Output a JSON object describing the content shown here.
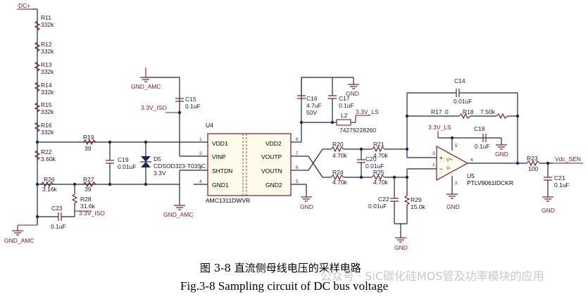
{
  "nets": {
    "dc_plus": "DC+",
    "gnd_amc": "GND_AMC",
    "iso_3v3": "3.3V_ISO",
    "ls_3v3": "3.3V_LS",
    "gnd": "GND",
    "vdc_sen": "Vdc_SEN"
  },
  "resistors": {
    "r11": {
      "ref": "R11",
      "value": "332k"
    },
    "r12": {
      "ref": "R12",
      "value": "332k"
    },
    "r13": {
      "ref": "R13",
      "value": "332k"
    },
    "r14": {
      "ref": "R14",
      "value": "332k"
    },
    "r15": {
      "ref": "R15",
      "value": "332k"
    },
    "r16": {
      "ref": "R16",
      "value": "332k"
    },
    "r22": {
      "ref": "R22",
      "value": "3.60k"
    },
    "r26": {
      "ref": "R26",
      "value": "3.16k"
    },
    "r19": {
      "ref": "R19",
      "value": "39"
    },
    "r27": {
      "ref": "R27",
      "value": "39"
    },
    "r28": {
      "ref": "R28",
      "value": "31.6k"
    },
    "r20": {
      "ref": "R20",
      "value": "4.70k"
    },
    "r21": {
      "ref": "R21",
      "value": "4.70k"
    },
    "r24": {
      "ref": "R24",
      "value": "4.70k"
    },
    "r25": {
      "ref": "R25",
      "value": "4.70k"
    },
    "r29": {
      "ref": "R29",
      "value": "15.0k"
    },
    "r17": {
      "ref": "R17",
      "value": "0"
    },
    "r18": {
      "ref": "R18",
      "value": "7.50k"
    },
    "r23": {
      "ref": "R23",
      "value": "100"
    }
  },
  "capacitors": {
    "c15": {
      "ref": "C15",
      "value": "0.1uF"
    },
    "c16": {
      "ref": "C16",
      "value": "4.7uF",
      "voltage": "50V"
    },
    "c17": {
      "ref": "C17",
      "value": "0.1uF"
    },
    "c19": {
      "ref": "C19",
      "value": "0.01uF"
    },
    "c20": {
      "ref": "C20",
      "value": "0.01uF"
    },
    "c22": {
      "ref": "C22",
      "value": "0.01uF"
    },
    "c23": {
      "ref": "C23",
      "value": "0.1uF"
    },
    "c14": {
      "ref": "C14",
      "value": "0.01uF"
    },
    "c18": {
      "ref": "C18",
      "value": "0.1uF"
    },
    "c21": {
      "ref": "C21",
      "value": "0.1uF"
    }
  },
  "inductor": {
    "ref": "L2",
    "value": "74279228260"
  },
  "diode": {
    "ref": "D5",
    "part": "CDSOD323-T03SC",
    "voltage": "3.3V"
  },
  "u4": {
    "ref": "U4",
    "part": "AMC1311DWVR",
    "pins": {
      "vdd1": "VDD1",
      "vinp": "VINP",
      "shtdn": "SHTDN",
      "gnd1": "GND1",
      "vdd2": "VDD2",
      "voutp": "VOUTP",
      "voutn": "VOUTN",
      "gnd2": "GND2"
    },
    "pin_numbers": {
      "p1": "1",
      "p2": "2",
      "p3": "3",
      "p4": "4",
      "p5": "5",
      "p6": "6",
      "p7": "7",
      "p8": "8"
    }
  },
  "u5": {
    "ref": "U5",
    "part": "PTLV9061IDCKR",
    "pin_numbers": {
      "p1": "1",
      "p3": "3",
      "p4": "4",
      "p5": "5",
      "p2": "2"
    },
    "symbols": {
      "plus": "+",
      "minus": "−",
      "vplus": "V+",
      "vminus": "V-"
    }
  },
  "caption": {
    "chinese": "图 3-8 直流侧母线电压的采样电路",
    "english": "Fig.3-8 Sampling circuit of DC bus voltage"
  },
  "watermark": "公众号 · SiC碳化硅MOS管及功率模块的应用"
}
